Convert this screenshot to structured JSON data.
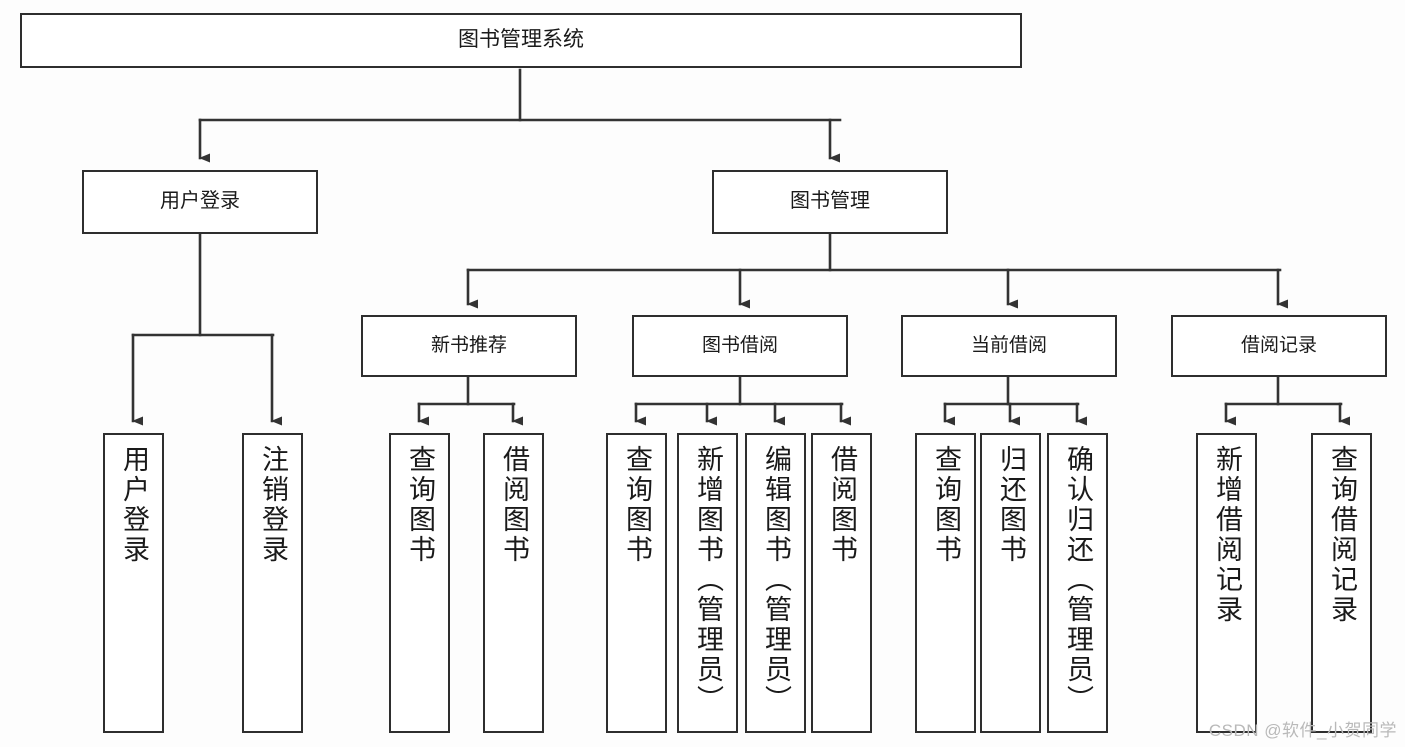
{
  "diagram": {
    "title": "图书管理系统",
    "type": "tree",
    "watermark": "CSDN @软件_小贺同学",
    "colors": {
      "background": "#fdfdfd",
      "box_fill": "#ffffff",
      "box_stroke": "#2e2e2e",
      "connector": "#333333",
      "text": "#1a1a1a",
      "watermark": "#b9b9b9"
    },
    "nodes": {
      "root": {
        "label": "图书管理系统"
      },
      "level1": [
        {
          "label": "用户登录"
        },
        {
          "label": "图书管理"
        }
      ],
      "level2": [
        {
          "label": "新书推荐"
        },
        {
          "label": "图书借阅"
        },
        {
          "label": "当前借阅"
        },
        {
          "label": "借阅记录"
        }
      ],
      "leaves_user_login": [
        {
          "label": "用户登录"
        },
        {
          "label": "注销登录"
        }
      ],
      "leaves_new_book": [
        {
          "label": "查询图书"
        },
        {
          "label": "借阅图书"
        }
      ],
      "leaves_borrow": [
        {
          "label": "查询图书"
        },
        {
          "label": "新增图书（管理员）"
        },
        {
          "label": "编辑图书（管理员）"
        },
        {
          "label": "借阅图书"
        }
      ],
      "leaves_current": [
        {
          "label": "查询图书"
        },
        {
          "label": "归还图书"
        },
        {
          "label": "确认归还（管理员）"
        }
      ],
      "leaves_record": [
        {
          "label": "新增借阅记录"
        },
        {
          "label": "查询借阅记录"
        }
      ]
    },
    "edges": [
      {
        "from": "图书管理系统",
        "to": "用户登录"
      },
      {
        "from": "图书管理系统",
        "to": "图书管理"
      },
      {
        "from": "用户登录",
        "to": "用户登录"
      },
      {
        "from": "用户登录",
        "to": "注销登录"
      },
      {
        "from": "图书管理",
        "to": "新书推荐"
      },
      {
        "from": "图书管理",
        "to": "图书借阅"
      },
      {
        "from": "图书管理",
        "to": "当前借阅"
      },
      {
        "from": "图书管理",
        "to": "借阅记录"
      },
      {
        "from": "新书推荐",
        "to": "查询图书"
      },
      {
        "from": "新书推荐",
        "to": "借阅图书"
      },
      {
        "from": "图书借阅",
        "to": "查询图书"
      },
      {
        "from": "图书借阅",
        "to": "新增图书（管理员）"
      },
      {
        "from": "图书借阅",
        "to": "编辑图书（管理员）"
      },
      {
        "from": "图书借阅",
        "to": "借阅图书"
      },
      {
        "from": "当前借阅",
        "to": "查询图书"
      },
      {
        "from": "当前借阅",
        "to": "归还图书"
      },
      {
        "from": "当前借阅",
        "to": "确认归还（管理员）"
      },
      {
        "from": "借阅记录",
        "to": "新增借阅记录"
      },
      {
        "from": "借阅记录",
        "to": "查询借阅记录"
      }
    ]
  }
}
